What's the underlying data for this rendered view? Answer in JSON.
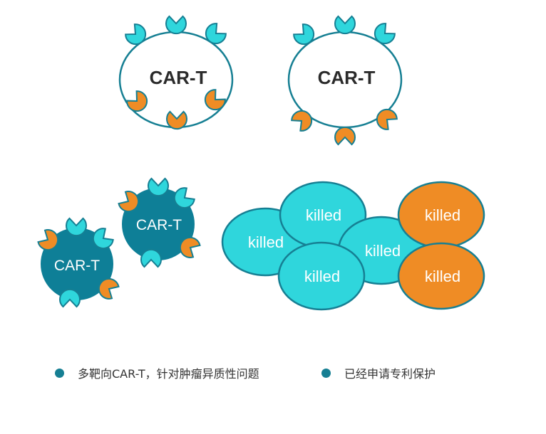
{
  "cells": {
    "top_left": "CAR-T",
    "top_right": "CAR-T",
    "bottom_left": "CAR-T",
    "bottom_mid": "CAR-T"
  },
  "killed_cells": [
    "killed",
    "killed",
    "killed",
    "killed",
    "killed",
    "killed"
  ],
  "legend": [
    "多靶向CAR-T，针对肿瘤异质性问题",
    "已经申请专利保护"
  ],
  "colors": {
    "teal_dark": "#167f93",
    "teal_cell": "#0e7f97",
    "cyan": "#2fd6dc",
    "orange": "#ef8c25"
  }
}
